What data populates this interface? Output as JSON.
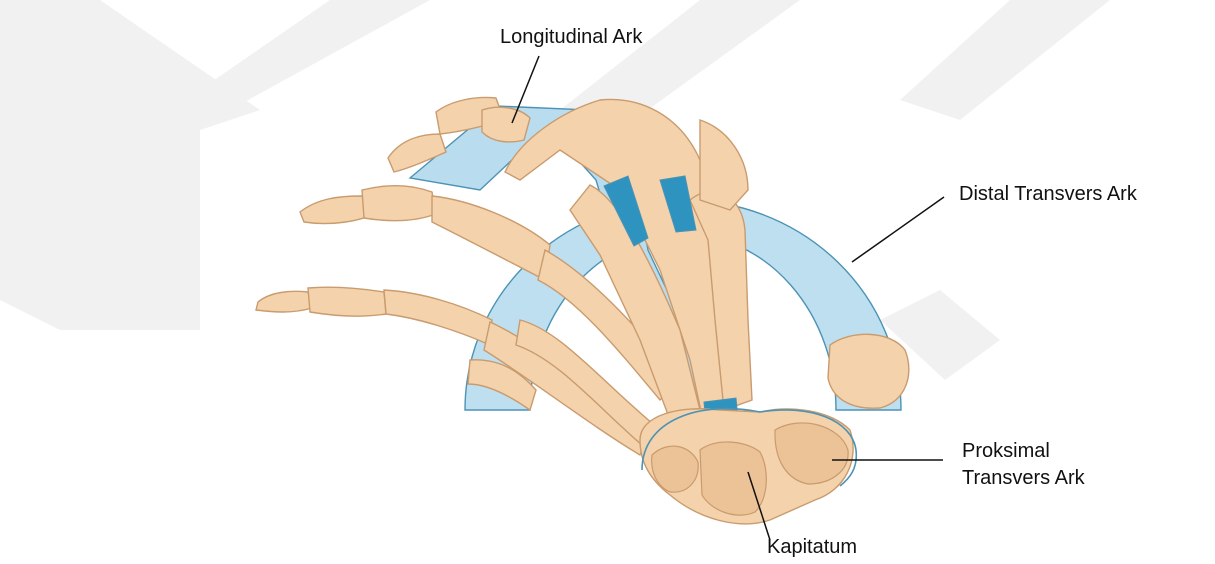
{
  "labels": {
    "longitudinal": "Longitudinal Ark",
    "distal": "Distal Transvers Ark",
    "proximal_line1": "Proksimal",
    "proximal_line2": "Transvers Ark",
    "capitate": "Kapitatum"
  },
  "colors": {
    "background": "#ffffff",
    "watermark": "#f1f1f1",
    "bone_fill": "#f4d2ab",
    "bone_outline": "#c99b6e",
    "arch_fill": "#b9dcef",
    "arch_outline": "#4c93b5",
    "arch_dark": "#2f93bf",
    "leader_line": "#111111"
  }
}
